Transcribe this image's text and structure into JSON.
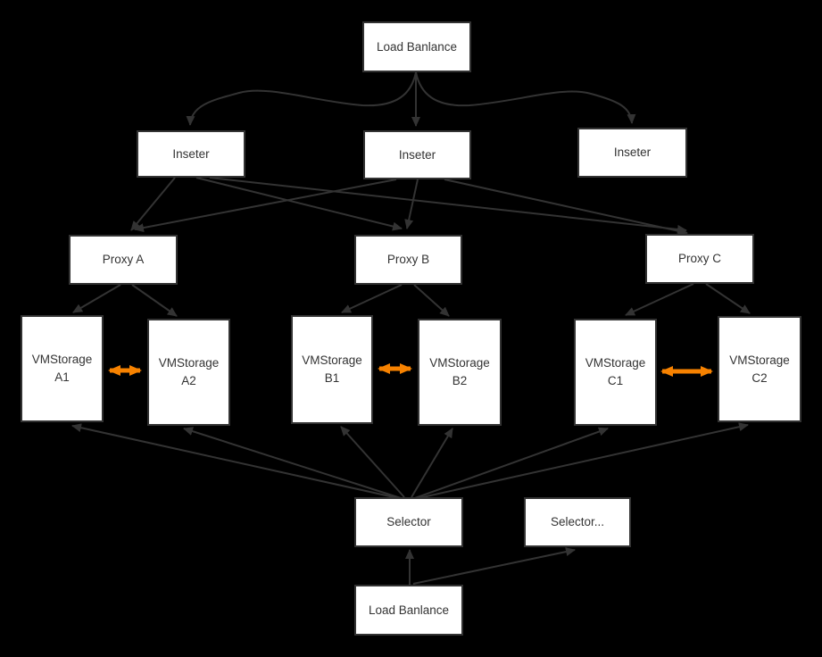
{
  "diagram": {
    "type": "architecture-flowchart",
    "colors": {
      "background": "#000000",
      "node_fill": "#ffffff",
      "node_border": "#333333",
      "text": "#333333",
      "edge": "#333333",
      "replication_arrow": "#f78200"
    },
    "nodes": {
      "lb_top": "Load Banlance",
      "inseter_left": "Inseter",
      "inseter_mid": "Inseter",
      "inseter_right": "Inseter",
      "proxy_a": "Proxy A",
      "proxy_b": "Proxy B",
      "proxy_c": "Proxy C",
      "vm_a1": "VMStorage A1",
      "vm_a2": "VMStorage A2",
      "vm_b1": "VMStorage B1",
      "vm_b2": "VMStorage B2",
      "vm_c1": "VMStorage C1",
      "vm_c2": "VMStorage C2",
      "selector": "Selector",
      "selector_more": "Selector...",
      "lb_bottom": "Load Banlance"
    },
    "edges": [
      {
        "from": "lb_top",
        "to": "inseter_left",
        "style": "curved"
      },
      {
        "from": "lb_top",
        "to": "inseter_mid",
        "style": "straight"
      },
      {
        "from": "lb_top",
        "to": "inseter_right",
        "style": "curved"
      },
      {
        "from": "inseter_left",
        "to": "proxy_a"
      },
      {
        "from": "inseter_left",
        "to": "proxy_b"
      },
      {
        "from": "inseter_left",
        "to": "proxy_c"
      },
      {
        "from": "inseter_mid",
        "to": "proxy_a"
      },
      {
        "from": "inseter_mid",
        "to": "proxy_b"
      },
      {
        "from": "inseter_mid",
        "to": "proxy_c"
      },
      {
        "from": "proxy_a",
        "to": "vm_a1"
      },
      {
        "from": "proxy_a",
        "to": "vm_a2"
      },
      {
        "from": "proxy_b",
        "to": "vm_b1"
      },
      {
        "from": "proxy_b",
        "to": "vm_b2"
      },
      {
        "from": "proxy_c",
        "to": "vm_c1"
      },
      {
        "from": "proxy_c",
        "to": "vm_c2"
      },
      {
        "from": "vm_a1",
        "to": "vm_a2",
        "bidirectional": true,
        "color": "#f78200"
      },
      {
        "from": "vm_b1",
        "to": "vm_b2",
        "bidirectional": true,
        "color": "#f78200"
      },
      {
        "from": "vm_c1",
        "to": "vm_c2",
        "bidirectional": true,
        "color": "#f78200"
      },
      {
        "from": "selector",
        "to": "vm_a1"
      },
      {
        "from": "selector",
        "to": "vm_a2"
      },
      {
        "from": "selector",
        "to": "vm_b1"
      },
      {
        "from": "selector",
        "to": "vm_b2"
      },
      {
        "from": "selector",
        "to": "vm_c1"
      },
      {
        "from": "selector",
        "to": "vm_c2"
      },
      {
        "from": "lb_bottom",
        "to": "selector"
      },
      {
        "from": "lb_bottom",
        "to": "selector_more"
      }
    ]
  }
}
